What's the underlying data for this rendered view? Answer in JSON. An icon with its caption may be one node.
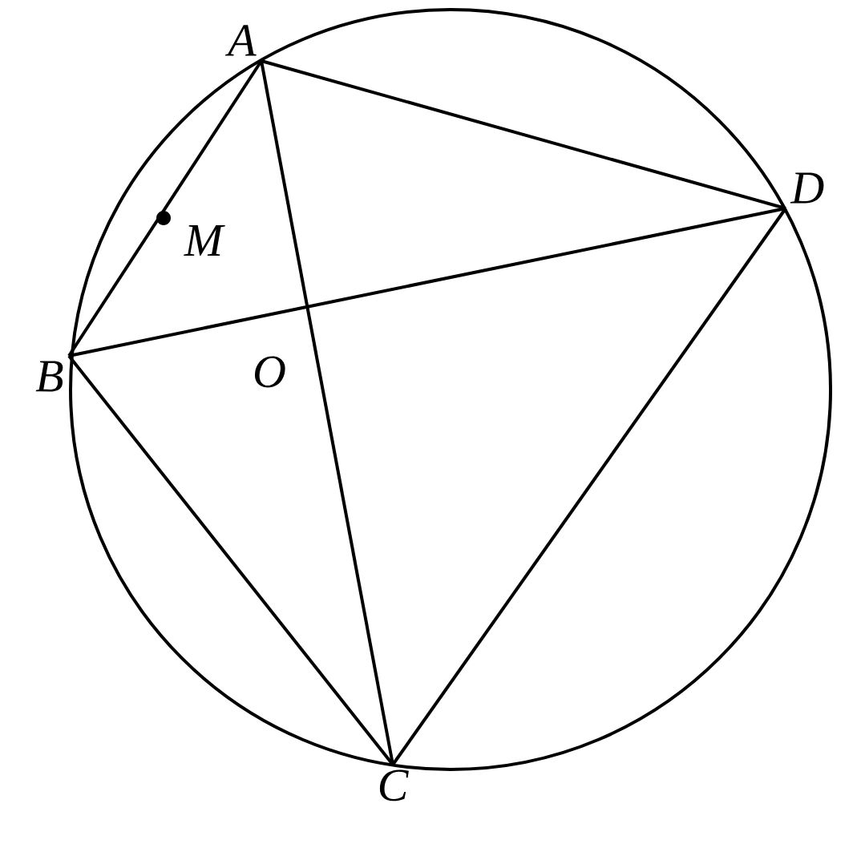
{
  "diagram": {
    "nodes": [
      {
        "text": [
          "A"
        ]
      },
      {
        "text": [
          "B"
        ]
      },
      {
        "text": [
          "C"
        ]
      },
      {
        "text": [
          "D"
        ]
      }
    ],
    "edges": [
      {
        "from": 0,
        "to": 1,
        "arrow": "none"
      },
      {
        "from": 0,
        "to": 3,
        "arrow": "none"
      },
      {
        "from": 0,
        "to": 2,
        "arrow": "none"
      },
      {
        "from": 1,
        "to": 3,
        "arrow": "none"
      },
      {
        "from": 1,
        "to": 2,
        "arrow": "none"
      },
      {
        "from": 2,
        "to": 3,
        "arrow": "none"
      }
    ],
    "labels": [
      "M",
      "O"
    ]
  }
}
